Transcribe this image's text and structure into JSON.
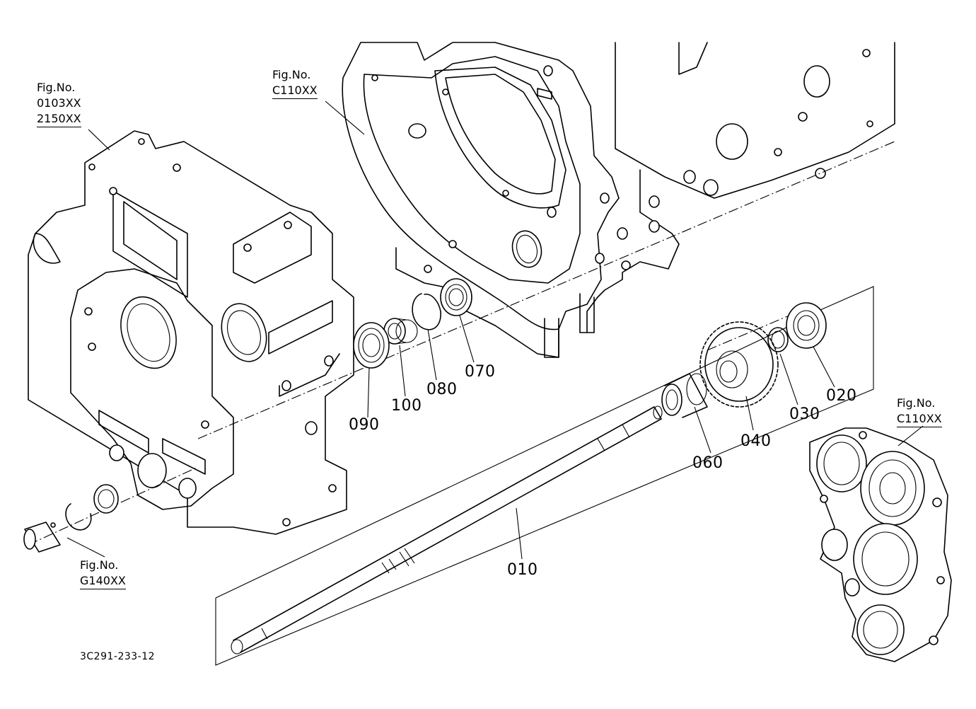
{
  "figure_refs": {
    "top_left": {
      "title": "Fig.No.",
      "lines": [
        "0103XX",
        "2150XX"
      ]
    },
    "top_center": {
      "title": "Fig.No.",
      "lines": [
        "C110XX"
      ]
    },
    "right": {
      "title": "Fig.No.",
      "lines": [
        "C110XX"
      ]
    },
    "bottom_left": {
      "title": "Fig.No.",
      "lines": [
        "G140XX"
      ]
    }
  },
  "part_labels": {
    "p010": "010",
    "p020": "020",
    "p030": "030",
    "p040": "040",
    "p060": "060",
    "p070": "070",
    "p080": "080",
    "p090": "090",
    "p100": "100"
  },
  "diagram_code": "3C291-233-12"
}
